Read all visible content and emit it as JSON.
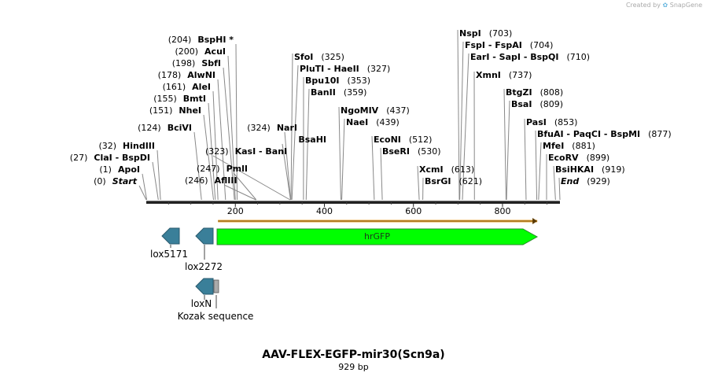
{
  "credit": {
    "prefix": "Created by",
    "brand": "SnapGene"
  },
  "title": "AAV-FLEX-EGFP-mir30(Scn9a)",
  "subtitle": "929 bp",
  "sequence_length": 929,
  "axis_ticks": [
    200,
    400,
    600,
    800
  ],
  "colors": {
    "hrGFP": "#00ff00",
    "lox": "#3a7f99",
    "kozak": "#aaaaaa",
    "orf": "#e8a53a",
    "line": "#888888"
  },
  "enzymes_left": [
    {
      "text": "(204)",
      "name": "BspHI *",
      "pos": 204,
      "italic": false
    },
    {
      "text": "(200)",
      "name": "AcuI",
      "pos": 200,
      "italic": false
    },
    {
      "text": "(198)",
      "name": "SbfI",
      "pos": 198,
      "italic": false
    },
    {
      "text": "(178)",
      "name": "AlwNI",
      "pos": 178,
      "italic": false
    },
    {
      "text": "(161)",
      "name": "AleI",
      "pos": 161,
      "italic": false
    },
    {
      "text": "(155)",
      "name": "BmtI",
      "pos": 155,
      "italic": false
    },
    {
      "text": "(151)",
      "name": "NheI",
      "pos": 151,
      "italic": false
    },
    {
      "text": "(124)",
      "name": "BciVI",
      "pos": 124,
      "italic": false
    },
    {
      "text": "(32)",
      "name": "HindIII",
      "pos": 32,
      "italic": false
    },
    {
      "text": "(27)",
      "name": "ClaI  -  BspDI",
      "pos": 27,
      "italic": false
    },
    {
      "text": "(1)",
      "name": "ApoI",
      "pos": 1,
      "italic": false
    },
    {
      "text": "(0)",
      "name": "Start",
      "pos": 0,
      "italic": true
    }
  ],
  "enzymes_mid": [
    {
      "text": "(324)",
      "name": "NarI",
      "pos": 324,
      "pos_first": false
    },
    {
      "text": "",
      "name": "BsaHI",
      "pos": 324,
      "pos_first": false
    },
    {
      "text": "(323)",
      "name": "KasI  -  BanI",
      "pos": 323,
      "pos_first": true
    },
    {
      "text": "(247)",
      "name": "PmlI",
      "pos": 247,
      "pos_first": true
    },
    {
      "text": "(246)",
      "name": "AflIII",
      "pos": 246,
      "pos_first": true
    }
  ],
  "enzymes_right": [
    {
      "name": "SfoI",
      "text": "(325)",
      "pos": 325
    },
    {
      "name": "PluTI  -  HaeII",
      "text": "(327)",
      "pos": 327
    },
    {
      "name": "Bpu10I",
      "text": "(353)",
      "pos": 353
    },
    {
      "name": "BanII",
      "text": "(359)",
      "pos": 359
    },
    {
      "name": "NgoMIV",
      "text": "(437)",
      "pos": 437
    },
    {
      "name": "NaeI",
      "text": "(439)",
      "pos": 439
    },
    {
      "name": "EcoNI",
      "text": "(512)",
      "pos": 512
    },
    {
      "name": "BseRI",
      "text": "(530)",
      "pos": 530
    },
    {
      "name": "XcmI",
      "text": "(613)",
      "pos": 613
    },
    {
      "name": "BsrGI",
      "text": "(621)",
      "pos": 621
    },
    {
      "name": "NspI",
      "text": "(703)",
      "pos": 703
    },
    {
      "name": "FspI  -  FspAI",
      "text": "(704)",
      "pos": 704
    },
    {
      "name": "EarI  -  SapI  -  BspQI",
      "text": "(710)",
      "pos": 710
    },
    {
      "name": "XmnI",
      "text": "(737)",
      "pos": 737
    },
    {
      "name": "BtgZI",
      "text": "(808)",
      "pos": 808
    },
    {
      "name": "BsaI",
      "text": "(809)",
      "pos": 809
    },
    {
      "name": "PasI",
      "text": "(853)",
      "pos": 853
    },
    {
      "name": "BfuAI  -  PaqCI  -  BspMI",
      "text": "(877)",
      "pos": 877
    },
    {
      "name": "MfeI",
      "text": "(881)",
      "pos": 881
    },
    {
      "name": "EcoRV",
      "text": "(899)",
      "pos": 899
    },
    {
      "name": "BsiHKAI",
      "text": "(919)",
      "pos": 919
    },
    {
      "name": "End",
      "text": "(929)",
      "pos": 929,
      "italic": true
    }
  ],
  "features": [
    {
      "name": "hrGFP",
      "label": "hrGFP",
      "start": 161,
      "end": 878,
      "type": "cds"
    },
    {
      "name": "lox5171",
      "label": "lox5171",
      "start": 38,
      "end": 72,
      "type": "lox_rev"
    },
    {
      "name": "lox2272",
      "label": "lox2272",
      "start": 113,
      "end": 147,
      "type": "lox_rev"
    },
    {
      "name": "loxN",
      "label": "loxN",
      "start": 113,
      "end": 147,
      "type": "lox_rev"
    },
    {
      "name": "kozak",
      "label": "Kozak sequence",
      "start": 150,
      "end": 160,
      "type": "kozak"
    }
  ]
}
